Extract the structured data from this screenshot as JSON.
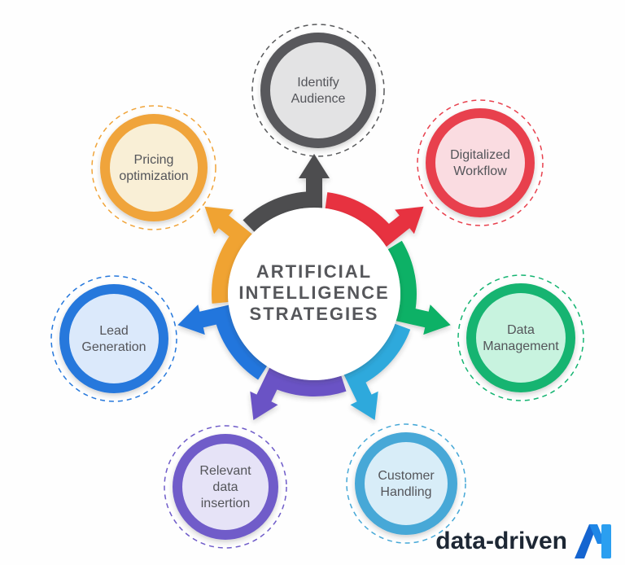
{
  "background": "#FEFEFE",
  "center": {
    "lines": [
      "ARTIFICIAL",
      "INTELLIGENCE",
      "STRATEGIES"
    ],
    "circle_color": "#FFFFFF",
    "text_color": "#56575B"
  },
  "node_text_color": "#54555A",
  "nodes": [
    {
      "id": "identify-audience",
      "lines": [
        "Identify",
        "Audience"
      ],
      "ring_color": "#58595B",
      "arrow_color": "#4D4E50",
      "fill_color": "#E3E3E4"
    },
    {
      "id": "digitalized-workflow",
      "lines": [
        "Digitalized",
        "Workflow"
      ],
      "ring_color": "#E8414E",
      "arrow_color": "#E73241",
      "fill_color": "#FADCE1"
    },
    {
      "id": "data-management",
      "lines": [
        "Data",
        "Management"
      ],
      "ring_color": "#14B471",
      "arrow_color": "#0EB166",
      "fill_color": "#C8F3DF"
    },
    {
      "id": "customer-handling",
      "lines": [
        "Customer",
        "Handling"
      ],
      "ring_color": "#46A8D7",
      "arrow_color": "#2FA9DC",
      "fill_color": "#D8EDF8"
    },
    {
      "id": "relevant-data-insertion",
      "lines": [
        "Relevant",
        "data",
        "insertion"
      ],
      "ring_color": "#6F5CC9",
      "arrow_color": "#6A52C5",
      "fill_color": "#E6E3F7"
    },
    {
      "id": "lead-generation",
      "lines": [
        "Lead",
        "Generation"
      ],
      "ring_color": "#2678DC",
      "arrow_color": "#2176DD",
      "fill_color": "#DBE9FB"
    },
    {
      "id": "pricing-optimization",
      "lines": [
        "Pricing",
        "optimization"
      ],
      "ring_color": "#F0A43A",
      "arrow_color": "#F0A331",
      "fill_color": "#F9EFD6"
    }
  ],
  "logo": {
    "text": "data-driven",
    "text_color": "#1D2734",
    "mark_icon": "ai-monogram-icon",
    "mark_colors": [
      "#1565D0",
      "#1E86E6",
      "#2B9FF0"
    ]
  }
}
